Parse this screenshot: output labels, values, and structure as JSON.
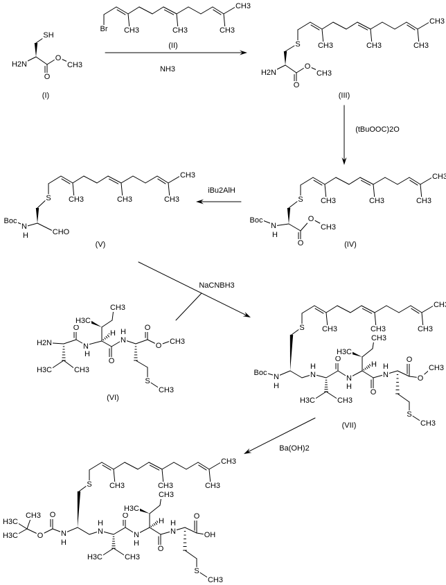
{
  "compounds": {
    "I": "(I)",
    "II": "(II)",
    "III": "(III)",
    "IV": "(IV)",
    "V": "(V)",
    "VI": "(VI)",
    "VII": "(VII)"
  },
  "reagents": {
    "ammonia": "NH3",
    "boc_anhydride": "(tBuOOC)2O",
    "dibal": "iBu2AlH",
    "cyanoborohydride": "NaCNBH3",
    "barium_hydroxide": "Ba(OH)2"
  },
  "atoms": {
    "CH3": "CH3",
    "H3C": "H3C",
    "H2N": "H2N",
    "SH": "SH",
    "S": "S",
    "O": "O",
    "N": "N",
    "H": "H",
    "Br": "Br",
    "Boc": "Boc",
    "CHO": "CHO",
    "OH": "OH"
  }
}
